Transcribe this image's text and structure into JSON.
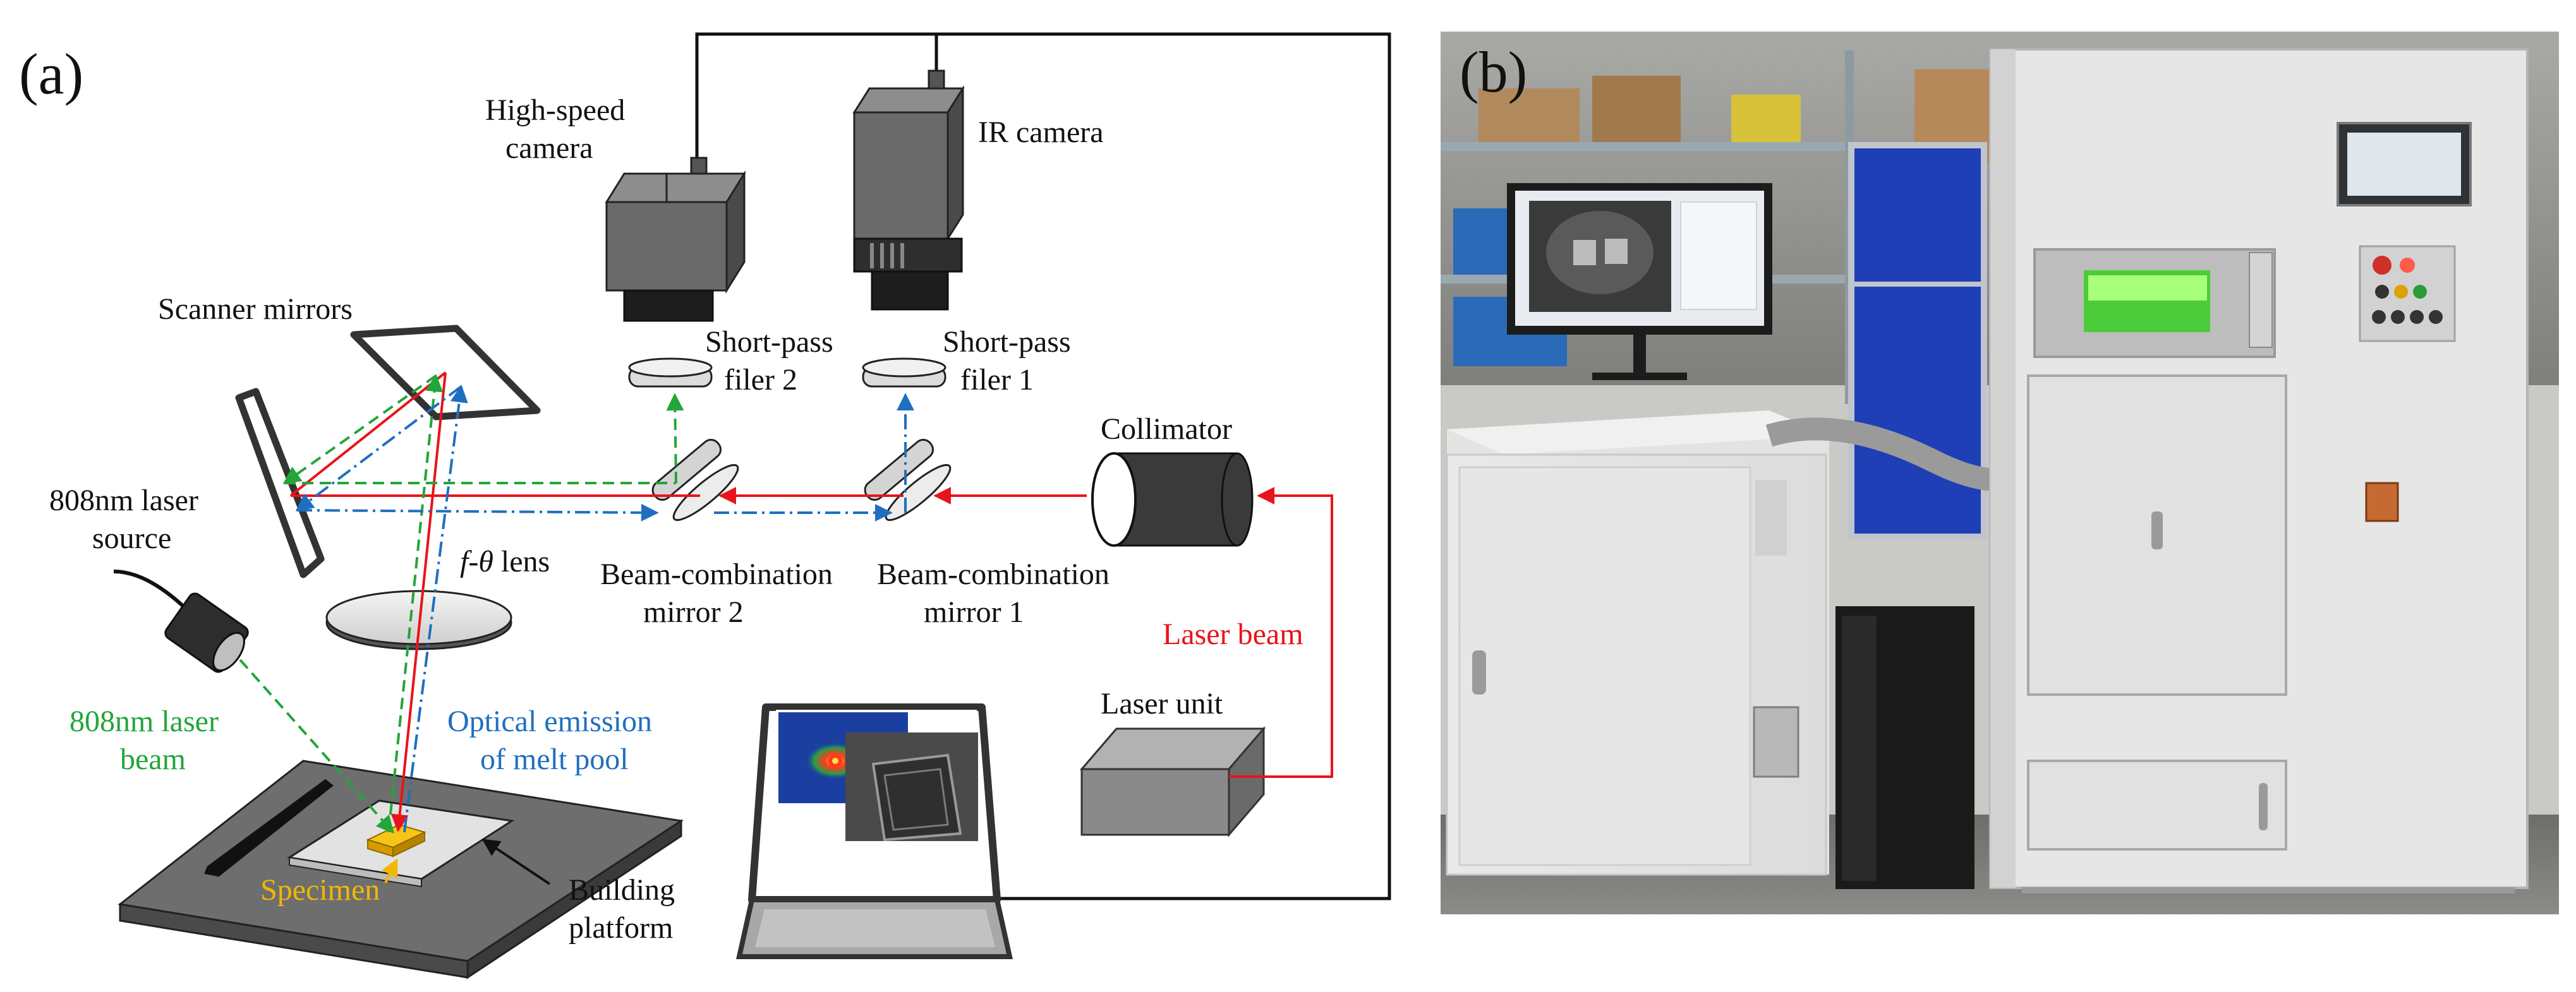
{
  "panel_a": {
    "tag": "(a)",
    "labels": {
      "high_speed_camera_1": "High-speed",
      "high_speed_camera_2": "camera",
      "ir_camera": "IR camera",
      "scanner_mirrors": "Scanner mirrors",
      "short_pass_2_1": "Short-pass",
      "short_pass_2_2": "filer 2",
      "short_pass_1_1": "Short-pass",
      "short_pass_1_2": "filer 1",
      "collimator": "Collimator",
      "laser_source_1": "808nm laser",
      "laser_source_2": "source",
      "f_theta_italic": "f-θ",
      "f_theta_rest": " lens",
      "bcm2_1": "Beam-combination",
      "bcm2_2": "mirror 2",
      "bcm1_1": "Beam-combination",
      "bcm1_2": "mirror 1",
      "laser_beam": "Laser beam",
      "laser_808_beam_1": "808nm laser",
      "laser_808_beam_2": "beam",
      "optical_emission_1": "Optical emission",
      "optical_emission_2": "of melt pool",
      "laser_unit": "Laser unit",
      "specimen": "Specimen",
      "building_platform_1": "Building",
      "building_platform_2": "platform"
    },
    "colors": {
      "laser_beam": "#e8141b",
      "laser_808": "#22a63a",
      "optical_emission": "#1f6fc0",
      "specimen": "#f2b705"
    }
  },
  "panel_b": {
    "tag": "(b)"
  }
}
